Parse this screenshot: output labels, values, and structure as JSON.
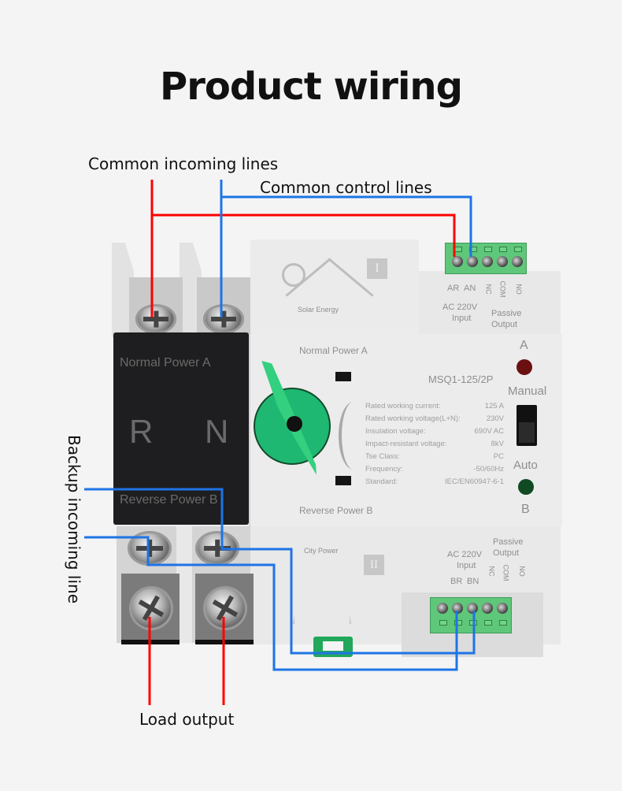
{
  "title": "Product wiring",
  "callouts": {
    "common_incoming": "Common incoming lines",
    "common_control": "Common control lines",
    "backup_incoming": "Backup incoming line",
    "load_output": "Load output"
  },
  "wire_colors": {
    "red": "#ff0000",
    "blue": "#1e74e6"
  },
  "device": {
    "black_cover": {
      "top_label": "Normal Power A",
      "left_letter": "R",
      "right_letter": "N",
      "bottom_label": "Reverse Power B"
    },
    "top_module": {
      "logo_caption": "Solar Energy",
      "roman": "I",
      "terminal_labels": [
        "AR",
        "AN",
        "NC",
        "COM",
        "NO"
      ],
      "input_label": [
        "AC 220V",
        "Input"
      ],
      "output_label": [
        "Passive",
        "Output"
      ]
    },
    "front": {
      "normal_power": "Normal Power A",
      "reverse_power": "Reverse Power B",
      "model": "MSQ1-125/2P",
      "indicator_a": "A",
      "indicator_b": "B",
      "mode_manual": "Manual",
      "mode_auto": "Auto",
      "led_a_color": "#6b1010",
      "led_b_color": "#0f4a22",
      "knob_color": "#1fb872",
      "specs": [
        {
          "label": "Rated working current:",
          "value": "125  A"
        },
        {
          "label": "Rated working voltage(L+N):",
          "value": "230V"
        },
        {
          "label": "Insulation voltage:",
          "value": "690V AC"
        },
        {
          "label": "Impact-resistant voltage:",
          "value": "8kV"
        },
        {
          "label": "Tse Class:",
          "value": "PC"
        },
        {
          "label": "Frequency:",
          "value": "-50/60Hz"
        },
        {
          "label": "Standard:",
          "value": "IEC/EN60947-6-1"
        }
      ]
    },
    "bottom_module": {
      "logo_caption": "City Power",
      "roman": "II",
      "terminal_labels": [
        "BR",
        "BN",
        "NC",
        "COM",
        "NO"
      ],
      "input_label": [
        "AC 220V",
        "Input"
      ],
      "output_label": [
        "Passive",
        "Output"
      ]
    }
  }
}
